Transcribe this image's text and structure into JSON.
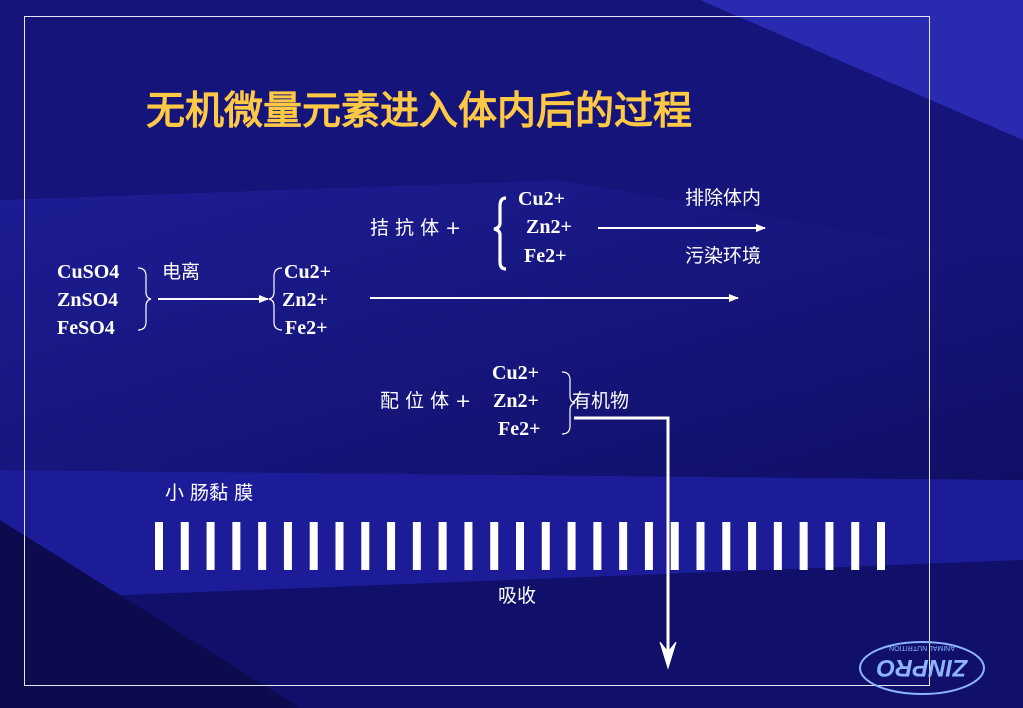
{
  "title": "无机微量元素进入体内后的过程",
  "sources": [
    "CuSO4",
    "ZnSO4",
    "FeSO4"
  ],
  "step_ionization": "电离",
  "ions": [
    "Cu2+",
    "Zn2+",
    "Fe2+"
  ],
  "antagonist_label": "拮 抗 体 +",
  "antagonist_ions": [
    "Cu2+",
    "Zn2+",
    "Fe2+"
  ],
  "excretion": "排除体内",
  "pollution": "污染环境",
  "ligand_label": "配 位 体 +",
  "ligand_ions": [
    "Cu2+",
    "Zn2+",
    "Fe2+"
  ],
  "organic": "有机物",
  "mucosa_label": "小 肠黏 膜",
  "absorption": "吸收",
  "membrane_bar_count": 29,
  "logo_text": "ZINPRO",
  "logo_subtext": "ANIMAL NUTRITION",
  "colors": {
    "title": "#ffc845",
    "text": "#ffffff",
    "background": "#0c0c57"
  }
}
